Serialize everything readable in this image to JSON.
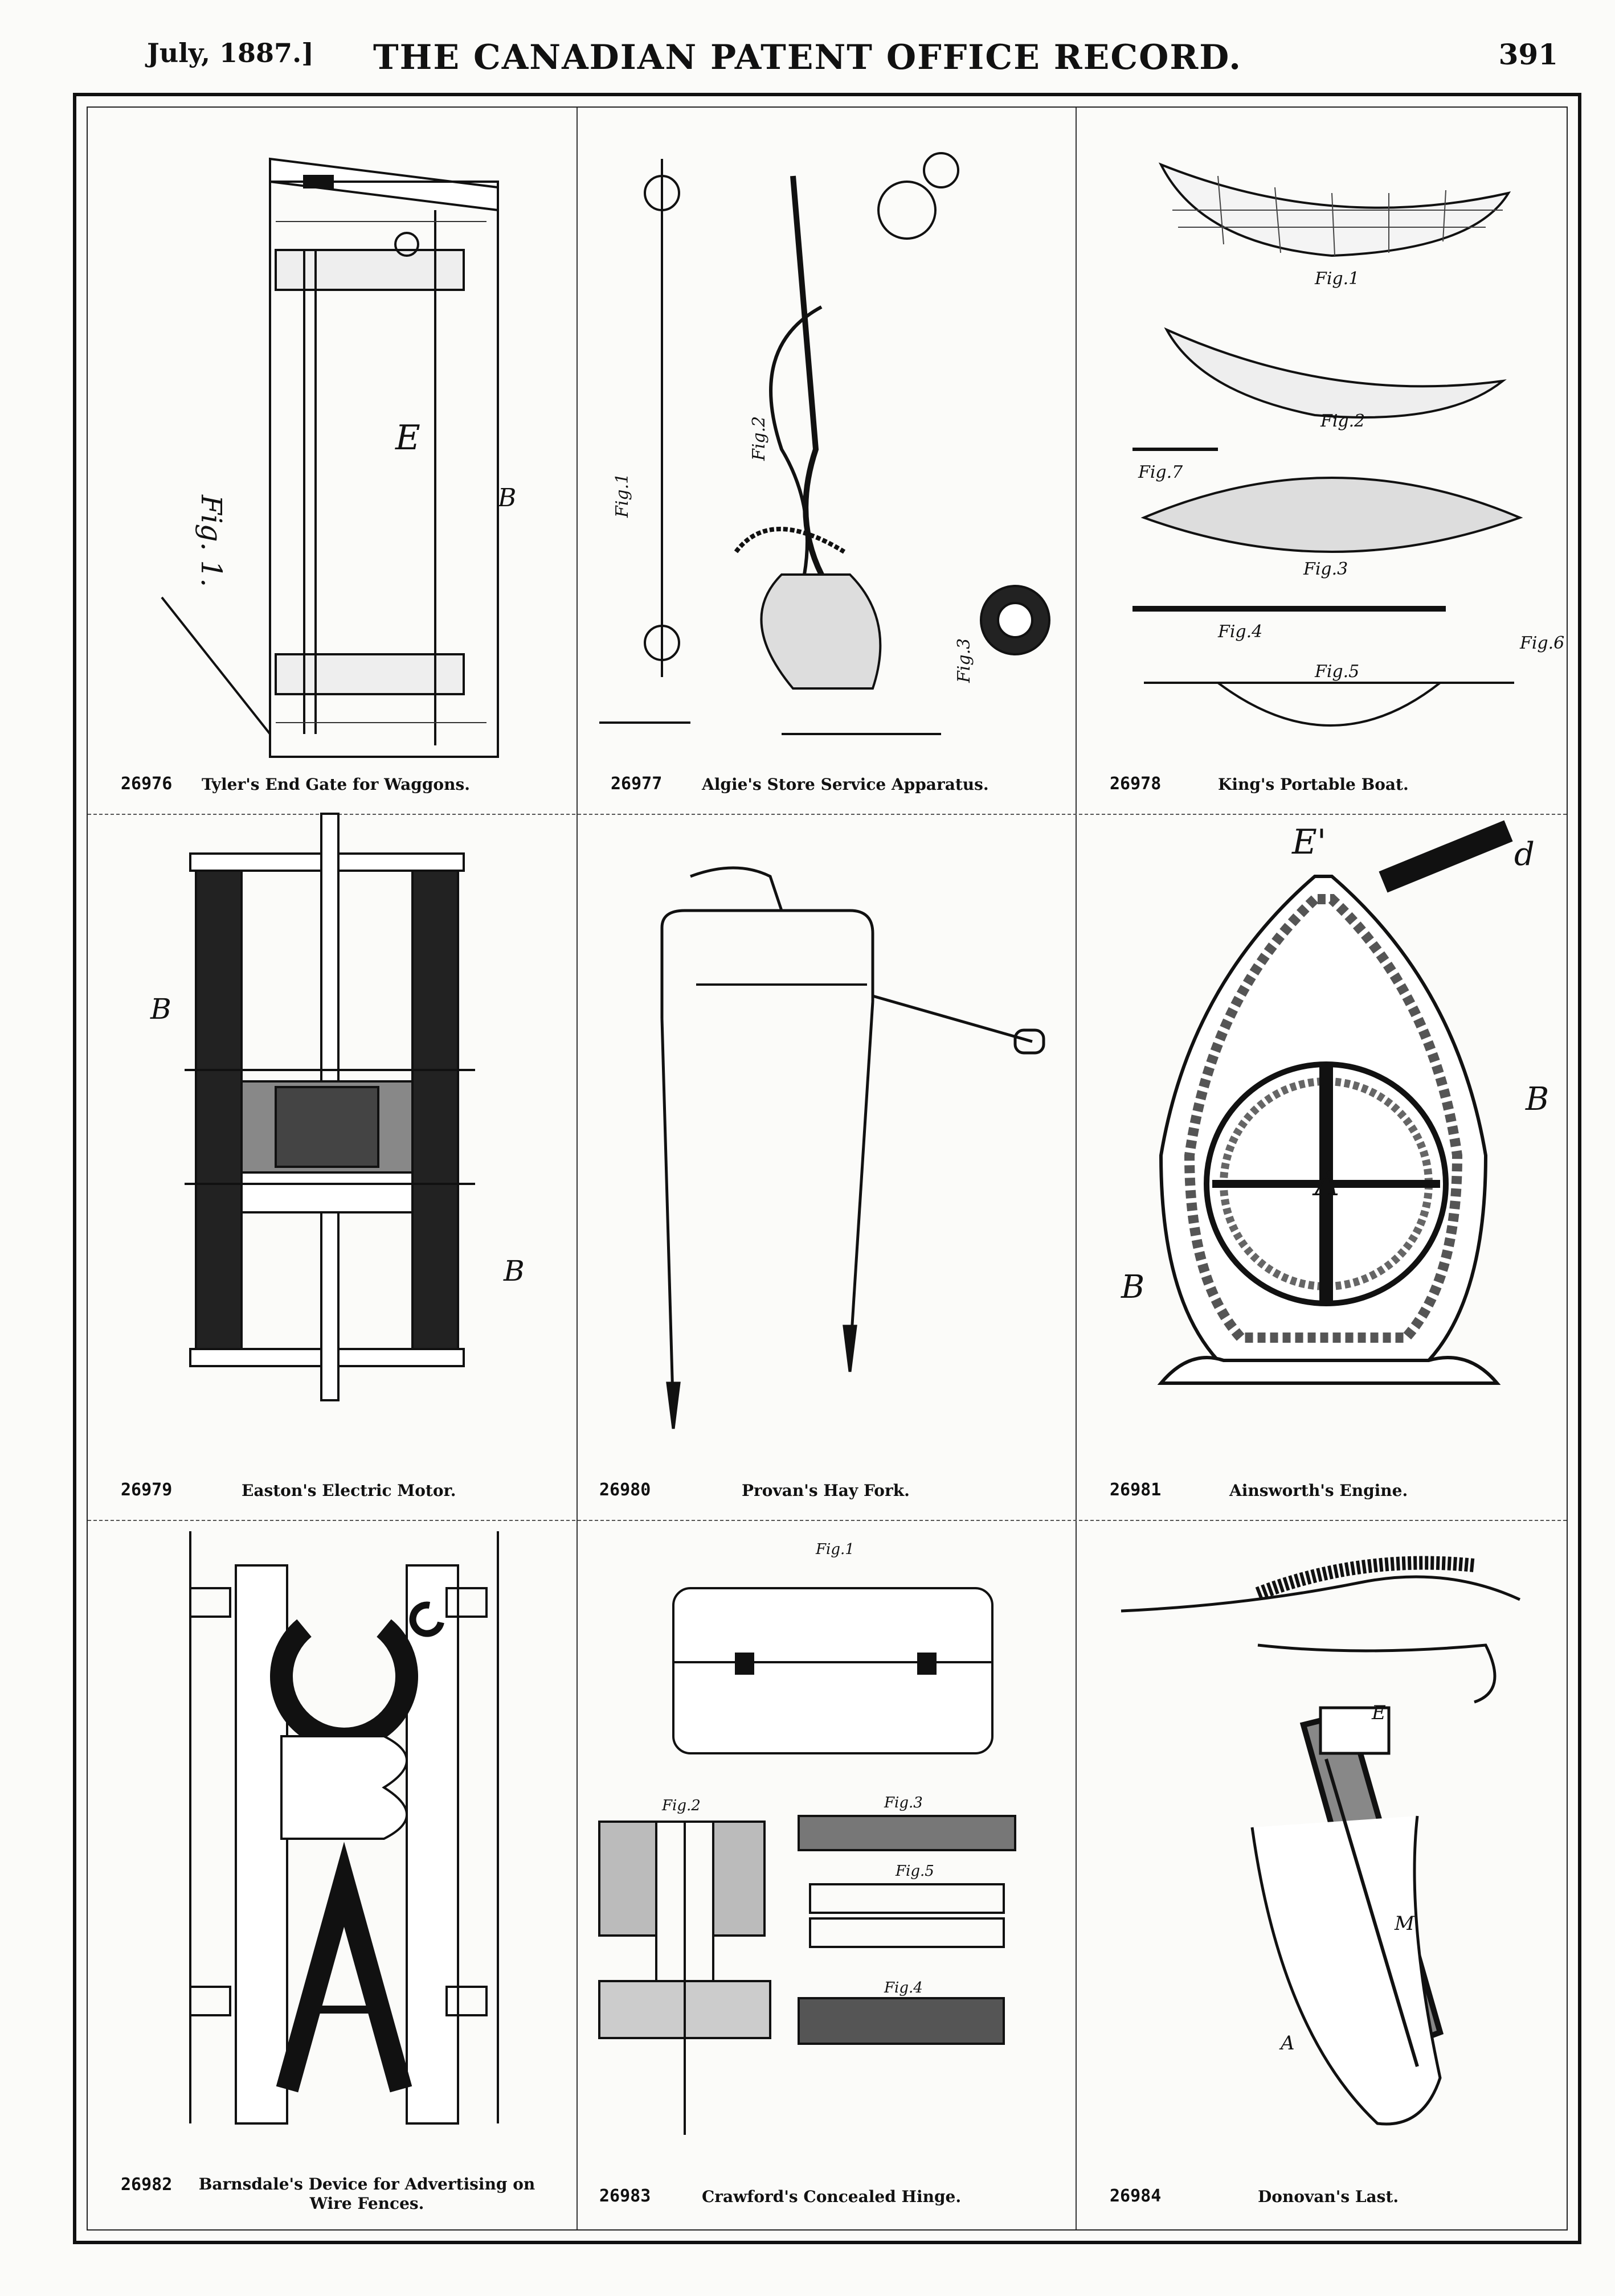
{
  "header": {
    "date": "July, 1887.]",
    "title": "THE CANADIAN PATENT OFFICE RECORD.",
    "page_number": "391"
  },
  "patents": [
    {
      "number": "26976",
      "caption": "Tyler's End Gate for Waggons."
    },
    {
      "number": "26977",
      "caption": "Algie's Store Service Apparatus."
    },
    {
      "number": "26978",
      "caption": "King's Portable Boat."
    },
    {
      "number": "26979",
      "caption": "Easton's Electric Motor."
    },
    {
      "number": "26980",
      "caption": "Provan's Hay Fork."
    },
    {
      "number": "26981",
      "caption": "Ainsworth's Engine."
    },
    {
      "number": "26982",
      "caption": "Barnsdale's Device for Advertising on Wire Fences."
    },
    {
      "number": "26983",
      "caption": "Crawford's Concealed Hinge."
    },
    {
      "number": "26984",
      "caption": "Donovan's Last."
    }
  ],
  "figure_labels": {
    "boat": [
      "Fig.1",
      "Fig.2",
      "Fig.3",
      "Fig.4",
      "Fig.5",
      "Fig.6",
      "Fig.7"
    ],
    "hinge": [
      "Fig.1",
      "Fig.2",
      "Fig.3",
      "Fig.4",
      "Fig.5"
    ],
    "algie": [
      "Fig.1",
      "Fig.2",
      "Fig.3"
    ],
    "tyler": [
      "Fig. 1."
    ]
  }
}
